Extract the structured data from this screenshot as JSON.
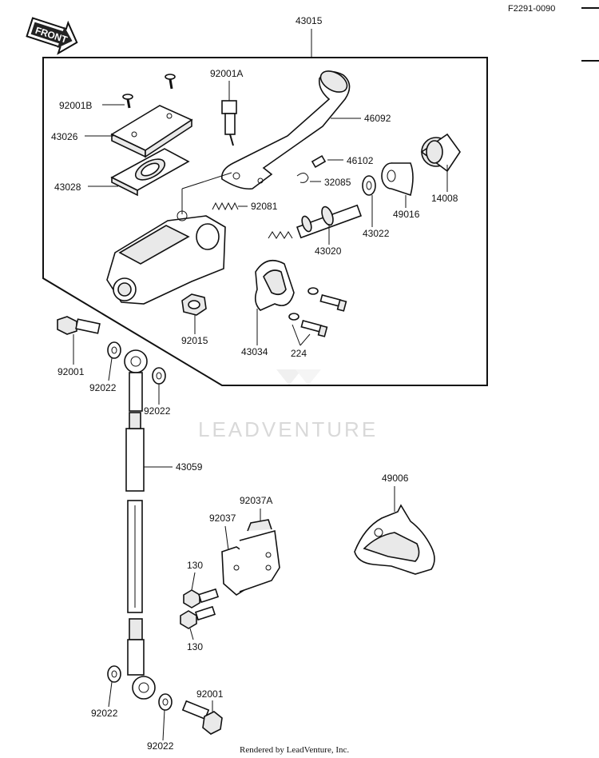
{
  "header": {
    "code": "F2291-0090",
    "front_badge": "FRONT"
  },
  "callouts": {
    "c43015": "43015",
    "c92001A": "92001A",
    "c92001B": "92001B",
    "c43026": "43026",
    "c43028": "43028",
    "c46092": "46092",
    "c46102": "46102",
    "c32085": "32085",
    "c92081": "92081",
    "c43022": "43022",
    "c49016": "49016",
    "c14008": "14008",
    "c43020": "43020",
    "c92015": "92015",
    "c43034": "43034",
    "c224": "224",
    "c92001_top": "92001",
    "c92022_a": "92022",
    "c92022_b": "92022",
    "c43059": "43059",
    "c49006": "49006",
    "c92037": "92037",
    "c92037A": "92037A",
    "c130_a": "130",
    "c130_b": "130",
    "c92001_bottom": "92001",
    "c92022_c": "92022",
    "c92022_d": "92022"
  },
  "watermark": "LEADVENTURE",
  "footer": "Rendered by LeadVenture, Inc."
}
